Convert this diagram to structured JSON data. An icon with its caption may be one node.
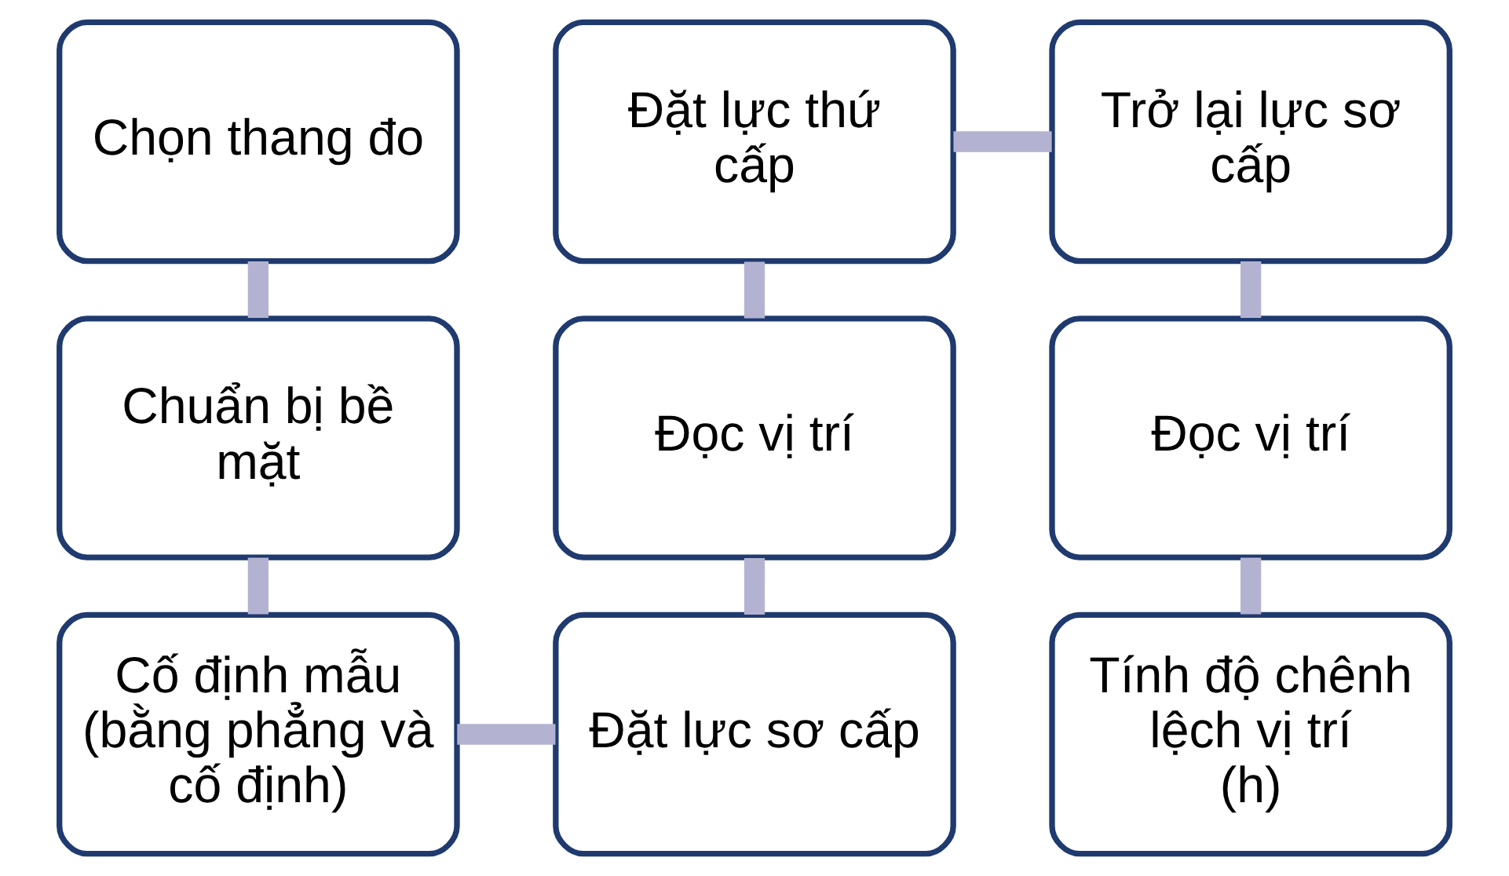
{
  "diagram": {
    "nodes": [
      {
        "text": [
          "Chọn thang đo"
        ]
      },
      {
        "text": [
          "Chuẩn bị bề mặt"
        ]
      },
      {
        "text": [
          "Cố định mẫu (bằng phẳng và cố định)"
        ]
      },
      {
        "text": [
          "Đặt lực sơ cấp"
        ]
      },
      {
        "text": [
          "Đọc vị trí"
        ]
      },
      {
        "text": [
          "Đặt lực thứ cấp"
        ]
      },
      {
        "text": [
          "Trở lại lực sơ cấp"
        ]
      },
      {
        "text": [
          "Đọc vị trí"
        ]
      },
      {
        "text": [
          "Tính độ chênh lệch vị trí (h)"
        ]
      }
    ],
    "edges": [
      {
        "from": 0,
        "to": 1,
        "arrow": "none"
      },
      {
        "from": 1,
        "to": 2,
        "arrow": "none"
      },
      {
        "from": 2,
        "to": 3,
        "arrow": "none"
      },
      {
        "from": 3,
        "to": 4,
        "arrow": "none"
      },
      {
        "from": 4,
        "to": 5,
        "arrow": "none"
      },
      {
        "from": 5,
        "to": 6,
        "arrow": "none"
      },
      {
        "from": 6,
        "to": 7,
        "arrow": "none"
      },
      {
        "from": 7,
        "to": 8,
        "arrow": "none"
      }
    ]
  }
}
